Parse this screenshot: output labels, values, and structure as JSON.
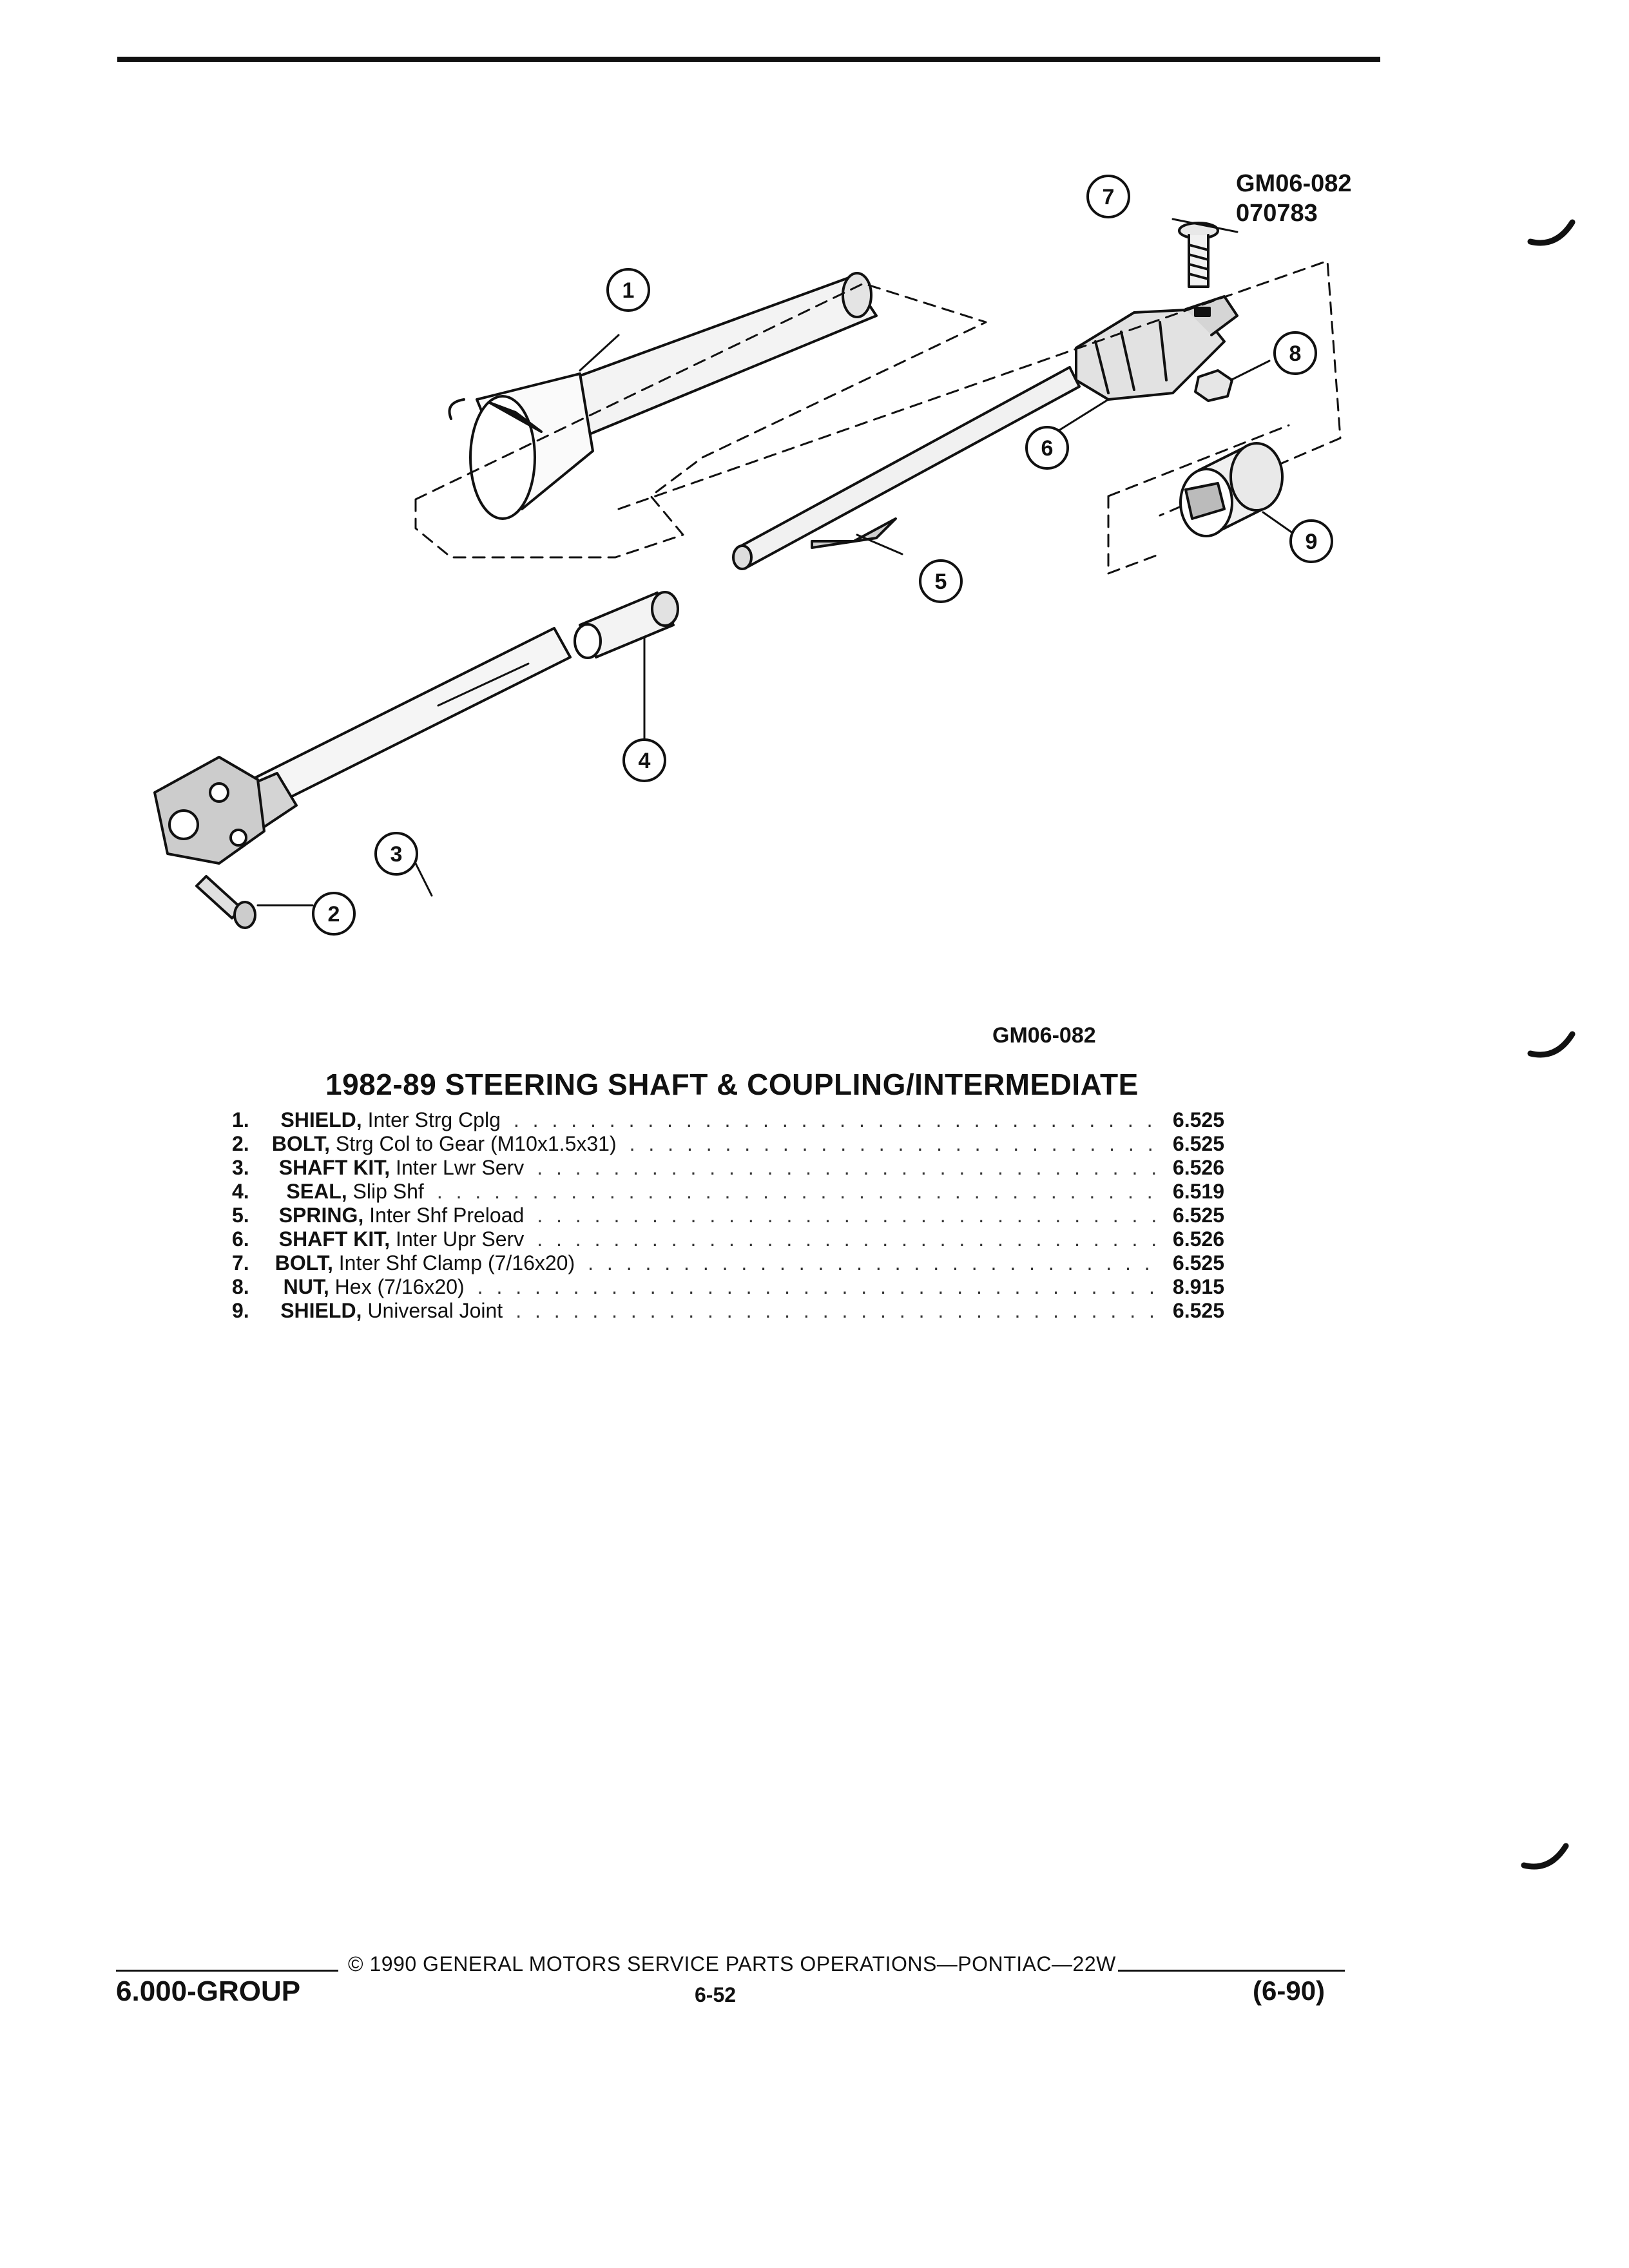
{
  "diagram": {
    "code": "GM06-082",
    "date_code": "070783",
    "caption_code": "GM06-082",
    "callouts": [
      "1",
      "2",
      "3",
      "4",
      "5",
      "6",
      "7",
      "8",
      "9"
    ]
  },
  "title": "1982-89 STEERING SHAFT & COUPLING/INTERMEDIATE",
  "parts": [
    {
      "num": "1.",
      "name": "SHIELD,",
      "desc": " Inter Strg Cplg",
      "ref": "6.525"
    },
    {
      "num": "2.",
      "name": "BOLT,",
      "desc": " Strg Col to Gear (M10x1.5x31)",
      "ref": "6.525"
    },
    {
      "num": "3.",
      "name": "SHAFT KIT,",
      "desc": " Inter Lwr Serv",
      "ref": "6.526"
    },
    {
      "num": "4.",
      "name": "SEAL,",
      "desc": " Slip Shf",
      "ref": "6.519"
    },
    {
      "num": "5.",
      "name": "SPRING,",
      "desc": " Inter Shf Preload",
      "ref": "6.525"
    },
    {
      "num": "6.",
      "name": "SHAFT KIT,",
      "desc": " Inter Upr Serv",
      "ref": "6.526"
    },
    {
      "num": "7.",
      "name": "BOLT,",
      "desc": " Inter Shf Clamp (7/16x20)",
      "ref": "6.525"
    },
    {
      "num": "8.",
      "name": "NUT,",
      "desc": " Hex (7/16x20)",
      "ref": "8.915"
    },
    {
      "num": "9.",
      "name": "SHIELD,",
      "desc": " Universal Joint",
      "ref": "6.525"
    }
  ],
  "footer": {
    "copyright": "© 1990 GENERAL MOTORS SERVICE PARTS OPERATIONS—PONTIAC—22W",
    "group": "6.000-GROUP",
    "page": "6-52",
    "date": "(6-90)"
  }
}
